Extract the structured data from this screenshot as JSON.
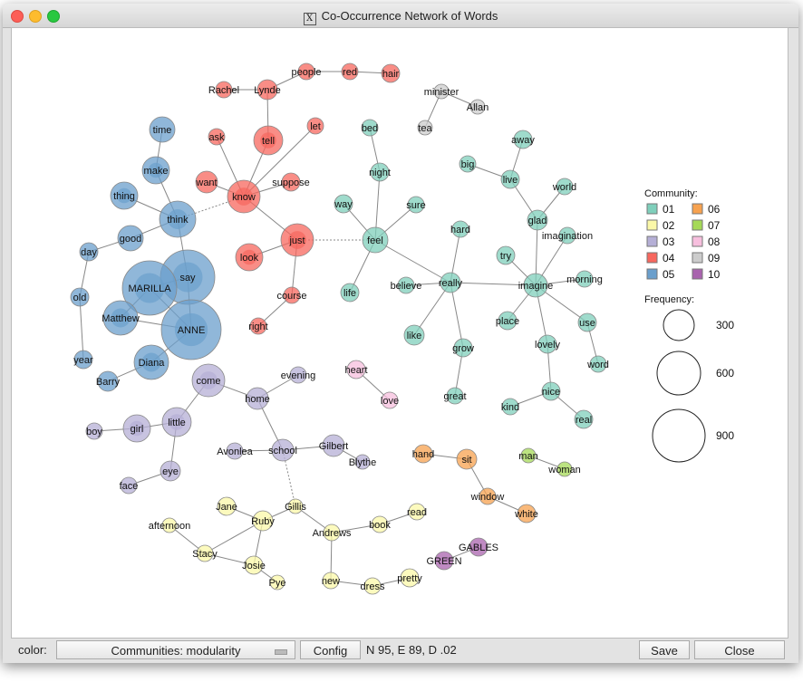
{
  "window": {
    "title": "Co-Occurrence Network of Words"
  },
  "legend": {
    "community_title": "Community:",
    "communities": [
      {
        "id": "01",
        "color": "#7fcfbb"
      },
      {
        "id": "02",
        "color": "#fbf8a8"
      },
      {
        "id": "03",
        "color": "#b5afd6"
      },
      {
        "id": "04",
        "color": "#f7675e"
      },
      {
        "id": "05",
        "color": "#6b9fcc"
      },
      {
        "id": "06",
        "color": "#f7a24f"
      },
      {
        "id": "07",
        "color": "#a5d957"
      },
      {
        "id": "08",
        "color": "#f7bfde"
      },
      {
        "id": "09",
        "color": "#cccccc"
      },
      {
        "id": "10",
        "color": "#a963ae"
      }
    ],
    "frequency_title": "Frequency:",
    "frequencies": [
      "300",
      "600",
      "900"
    ]
  },
  "nodes": [
    {
      "label": "Rachel",
      "c": "04"
    },
    {
      "label": "Lynde",
      "c": "04"
    },
    {
      "label": "people",
      "c": "04"
    },
    {
      "label": "red",
      "c": "04"
    },
    {
      "label": "hair",
      "c": "04"
    },
    {
      "label": "ask",
      "c": "04"
    },
    {
      "label": "tell",
      "c": "04"
    },
    {
      "label": "let",
      "c": "04"
    },
    {
      "label": "want",
      "c": "04"
    },
    {
      "label": "know",
      "c": "04"
    },
    {
      "label": "suppose",
      "c": "04"
    },
    {
      "label": "look",
      "c": "04"
    },
    {
      "label": "just",
      "c": "04"
    },
    {
      "label": "course",
      "c": "04"
    },
    {
      "label": "right",
      "c": "04"
    },
    {
      "label": "minister",
      "c": "09"
    },
    {
      "label": "Allan",
      "c": "09"
    },
    {
      "label": "tea",
      "c": "09"
    },
    {
      "label": "bed",
      "c": "01"
    },
    {
      "label": "night",
      "c": "01"
    },
    {
      "label": "away",
      "c": "01"
    },
    {
      "label": "big",
      "c": "01"
    },
    {
      "label": "live",
      "c": "01"
    },
    {
      "label": "world",
      "c": "01"
    },
    {
      "label": "way",
      "c": "01"
    },
    {
      "label": "sure",
      "c": "01"
    },
    {
      "label": "glad",
      "c": "01"
    },
    {
      "label": "feel",
      "c": "01"
    },
    {
      "label": "hard",
      "c": "01"
    },
    {
      "label": "imagination",
      "c": "01"
    },
    {
      "label": "try",
      "c": "01"
    },
    {
      "label": "believe",
      "c": "01"
    },
    {
      "label": "really",
      "c": "01"
    },
    {
      "label": "imagine",
      "c": "01"
    },
    {
      "label": "morning",
      "c": "01"
    },
    {
      "label": "life",
      "c": "01"
    },
    {
      "label": "place",
      "c": "01"
    },
    {
      "label": "use",
      "c": "01"
    },
    {
      "label": "like",
      "c": "01"
    },
    {
      "label": "grow",
      "c": "01"
    },
    {
      "label": "lovely",
      "c": "01"
    },
    {
      "label": "word",
      "c": "01"
    },
    {
      "label": "great",
      "c": "01"
    },
    {
      "label": "nice",
      "c": "01"
    },
    {
      "label": "kind",
      "c": "01"
    },
    {
      "label": "real",
      "c": "01"
    },
    {
      "label": "time",
      "c": "05"
    },
    {
      "label": "make",
      "c": "05"
    },
    {
      "label": "thing",
      "c": "05"
    },
    {
      "label": "think",
      "c": "05"
    },
    {
      "label": "good",
      "c": "05"
    },
    {
      "label": "day",
      "c": "05"
    },
    {
      "label": "say",
      "c": "05"
    },
    {
      "label": "MARILLA",
      "c": "05"
    },
    {
      "label": "old",
      "c": "05"
    },
    {
      "label": "Matthew",
      "c": "05"
    },
    {
      "label": "ANNE",
      "c": "05"
    },
    {
      "label": "year",
      "c": "05"
    },
    {
      "label": "Diana",
      "c": "05"
    },
    {
      "label": "Barry",
      "c": "05"
    },
    {
      "label": "heart",
      "c": "08"
    },
    {
      "label": "love",
      "c": "08"
    },
    {
      "label": "come",
      "c": "03"
    },
    {
      "label": "evening",
      "c": "03"
    },
    {
      "label": "home",
      "c": "03"
    },
    {
      "label": "boy",
      "c": "03"
    },
    {
      "label": "girl",
      "c": "03"
    },
    {
      "label": "little",
      "c": "03"
    },
    {
      "label": "Avonlea",
      "c": "03"
    },
    {
      "label": "school",
      "c": "03"
    },
    {
      "label": "Gilbert",
      "c": "03"
    },
    {
      "label": "Blythe",
      "c": "03"
    },
    {
      "label": "eye",
      "c": "03"
    },
    {
      "label": "face",
      "c": "03"
    },
    {
      "label": "hand",
      "c": "06"
    },
    {
      "label": "sit",
      "c": "06"
    },
    {
      "label": "window",
      "c": "06"
    },
    {
      "label": "white",
      "c": "06"
    },
    {
      "label": "man",
      "c": "07"
    },
    {
      "label": "woman",
      "c": "07"
    },
    {
      "label": "Jane",
      "c": "02"
    },
    {
      "label": "Gillis",
      "c": "02"
    },
    {
      "label": "Ruby",
      "c": "02"
    },
    {
      "label": "read",
      "c": "02"
    },
    {
      "label": "afternoon",
      "c": "02"
    },
    {
      "label": "book",
      "c": "02"
    },
    {
      "label": "Andrews",
      "c": "02"
    },
    {
      "label": "Stacy",
      "c": "02"
    },
    {
      "label": "Josie",
      "c": "02"
    },
    {
      "label": "Pye",
      "c": "02"
    },
    {
      "label": "new",
      "c": "02"
    },
    {
      "label": "dress",
      "c": "02"
    },
    {
      "label": "pretty",
      "c": "02"
    },
    {
      "label": "GABLES",
      "c": "10"
    },
    {
      "label": "GREEN",
      "c": "10"
    }
  ],
  "edges": [
    [
      "Lynde",
      "Rachel"
    ],
    [
      "Lynde",
      "people"
    ],
    [
      "people",
      "red"
    ],
    [
      "red",
      "hair"
    ],
    [
      "Lynde",
      "tell"
    ],
    [
      "know",
      "ask"
    ],
    [
      "know",
      "tell"
    ],
    [
      "know",
      "let"
    ],
    [
      "know",
      "want"
    ],
    [
      "know",
      "just"
    ],
    [
      "know",
      "suppose"
    ],
    [
      "just",
      "look"
    ],
    [
      "just",
      "course"
    ],
    [
      "course",
      "right"
    ],
    [
      "just",
      "feel",
      1
    ],
    [
      "think",
      "know",
      1
    ],
    [
      "minister",
      "Allan"
    ],
    [
      "minister",
      "tea"
    ],
    [
      "bed",
      "night"
    ],
    [
      "night",
      "feel"
    ],
    [
      "way",
      "feel"
    ],
    [
      "sure",
      "feel"
    ],
    [
      "feel",
      "life"
    ],
    [
      "feel",
      "really"
    ],
    [
      "really",
      "hard"
    ],
    [
      "really",
      "believe"
    ],
    [
      "really",
      "like"
    ],
    [
      "really",
      "grow"
    ],
    [
      "grow",
      "great"
    ],
    [
      "really",
      "imagine"
    ],
    [
      "imagine",
      "glad"
    ],
    [
      "glad",
      "world"
    ],
    [
      "glad",
      "live"
    ],
    [
      "live",
      "big"
    ],
    [
      "live",
      "away"
    ],
    [
      "imagine",
      "imagination"
    ],
    [
      "imagine",
      "try"
    ],
    [
      "imagine",
      "morning"
    ],
    [
      "imagine",
      "place"
    ],
    [
      "imagine",
      "use"
    ],
    [
      "use",
      "word"
    ],
    [
      "imagine",
      "lovely"
    ],
    [
      "lovely",
      "nice"
    ],
    [
      "nice",
      "kind"
    ],
    [
      "nice",
      "real"
    ],
    [
      "time",
      "make"
    ],
    [
      "make",
      "think"
    ],
    [
      "thing",
      "think"
    ],
    [
      "think",
      "good"
    ],
    [
      "think",
      "say"
    ],
    [
      "good",
      "day"
    ],
    [
      "day",
      "old"
    ],
    [
      "old",
      "year"
    ],
    [
      "say",
      "MARILLA"
    ],
    [
      "say",
      "ANNE"
    ],
    [
      "MARILLA",
      "ANNE"
    ],
    [
      "MARILLA",
      "Matthew"
    ],
    [
      "ANNE",
      "Matthew"
    ],
    [
      "ANNE",
      "Diana"
    ],
    [
      "Diana",
      "Barry"
    ],
    [
      "heart",
      "love"
    ],
    [
      "come",
      "home"
    ],
    [
      "evening",
      "home"
    ],
    [
      "home",
      "school"
    ],
    [
      "come",
      "little"
    ],
    [
      "little",
      "girl"
    ],
    [
      "girl",
      "boy"
    ],
    [
      "little",
      "eye"
    ],
    [
      "eye",
      "face"
    ],
    [
      "Avonlea",
      "school"
    ],
    [
      "school",
      "Gilbert"
    ],
    [
      "Gilbert",
      "Blythe"
    ],
    [
      "school",
      "Gillis",
      1
    ],
    [
      "hand",
      "sit"
    ],
    [
      "sit",
      "window"
    ],
    [
      "window",
      "white"
    ],
    [
      "man",
      "woman"
    ],
    [
      "Gillis",
      "Ruby"
    ],
    [
      "Gillis",
      "Andrews"
    ],
    [
      "Ruby",
      "Jane"
    ],
    [
      "Ruby",
      "Josie"
    ],
    [
      "Ruby",
      "Stacy"
    ],
    [
      "afternoon",
      "Stacy"
    ],
    [
      "Stacy",
      "Josie"
    ],
    [
      "Josie",
      "Pye"
    ],
    [
      "Andrews",
      "book"
    ],
    [
      "book",
      "read"
    ],
    [
      "Andrews",
      "new"
    ],
    [
      "new",
      "dress"
    ],
    [
      "dress",
      "pretty"
    ],
    [
      "GREEN",
      "GABLES"
    ]
  ],
  "bottom": {
    "color_label": "color:",
    "color_select": "Communities: modularity",
    "config": "Config",
    "stats": "N 95, E 89, D .02",
    "save": "Save",
    "close": "Close"
  }
}
